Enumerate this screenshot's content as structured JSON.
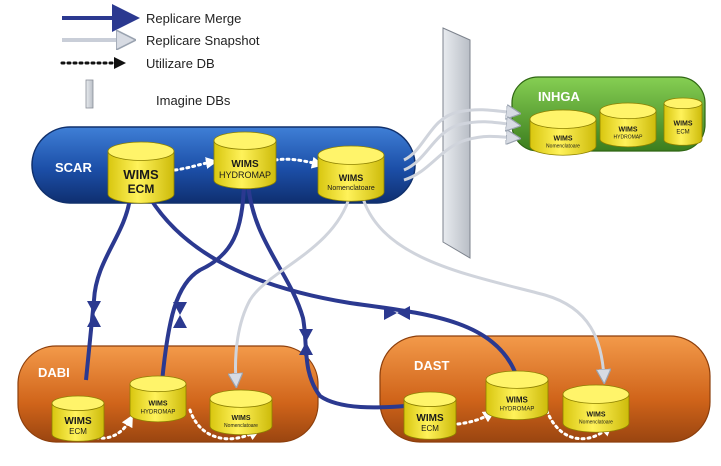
{
  "legend": {
    "merge": "Replicare Merge",
    "snapshot": "Replicare Snapshot",
    "usage": "Utilizare DB",
    "image": "Imagine DBs"
  },
  "groups": {
    "scar": "SCAR",
    "inhga": "INHGA",
    "dabi": "DABI",
    "dast": "DAST"
  },
  "databases": {
    "scar_ecm": [
      "WIMS",
      "ECM"
    ],
    "scar_hydromap": [
      "WIMS",
      "HYDROMAP"
    ],
    "scar_nomenclatoare": [
      "WIMS",
      "Nomenclatoare"
    ],
    "inhga_nomenclatoare": [
      "WIMS",
      "Nomenclatoare"
    ],
    "inhga_hydromap": [
      "WIMS",
      "HYDROMAP"
    ],
    "inhga_ecm": [
      "WIMS",
      "ECM"
    ],
    "dabi_ecm": [
      "WIMS",
      "ECM"
    ],
    "dabi_hydromap": [
      "WIMS",
      "HYDROMAP"
    ],
    "dabi_nomenclatoare": [
      "WIMS",
      "Nomenclatoare"
    ],
    "dast_ecm": [
      "WIMS",
      "ECM"
    ],
    "dast_hydromap": [
      "WIMS",
      "HYDROMAP"
    ],
    "dast_nomenclatoare": [
      "WIMS",
      "Nomenclatoare"
    ]
  },
  "colors": {
    "merge": "#2b3990",
    "snapshot": "#d0d4dc",
    "usage": "#ffffff",
    "scar": "#1c4fa8",
    "inhga": "#4e9a2a",
    "branch": "#d0641a",
    "cylinder": "#f2e21c"
  }
}
